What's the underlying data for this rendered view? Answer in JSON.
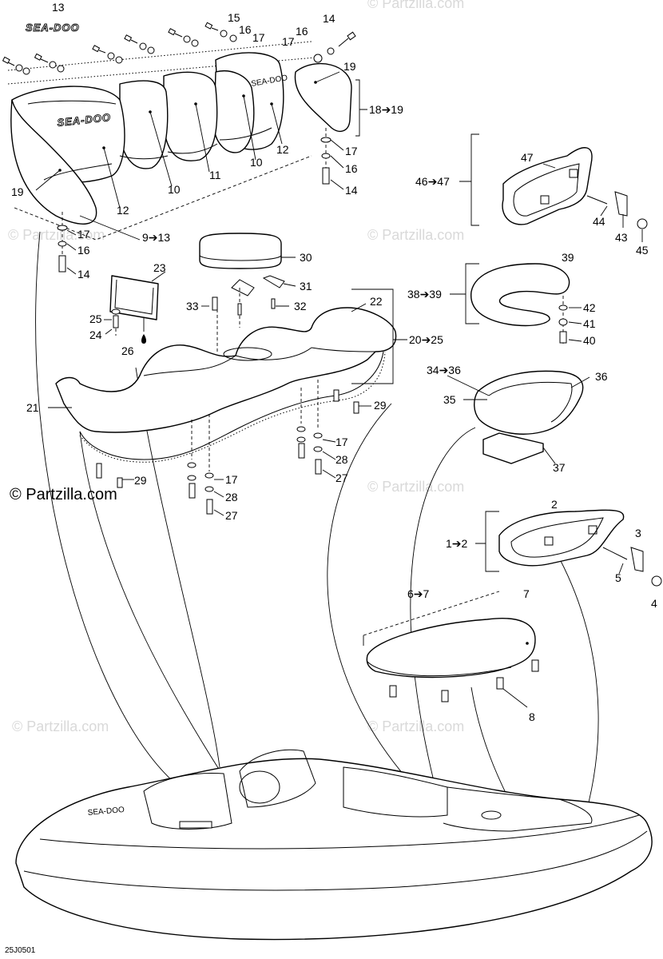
{
  "watermark": "© Partzilla.com",
  "copyright": "© Partzilla.com",
  "diagram_code": "25J0501",
  "brand_logo_text": "SEA-DOO",
  "callouts": {
    "c1": "1➔2",
    "c2": "2",
    "c3": "3",
    "c4": "4",
    "c5": "5",
    "c6": "6➔7",
    "c7": "7",
    "c8": "8",
    "c9": "9➔13",
    "c10a": "10",
    "c10b": "10",
    "c11": "11",
    "c12a": "12",
    "c12b": "12",
    "c13": "13",
    "c14a": "14",
    "c14b": "14",
    "c14c": "14",
    "c15": "15",
    "c16a": "16",
    "c16b": "16",
    "c16c": "16",
    "c16d": "16",
    "c17a": "17",
    "c17b": "17",
    "c17c": "17",
    "c17d": "17",
    "c17e": "17",
    "c17f": "17",
    "c18": "18➔19",
    "c19a": "19",
    "c19b": "19",
    "c20": "20➔25",
    "c21": "21",
    "c22": "22",
    "c23": "23",
    "c24": "24",
    "c25": "25",
    "c26": "26",
    "c27a": "27",
    "c27b": "27",
    "c28a": "28",
    "c28b": "28",
    "c29a": "29",
    "c29b": "29",
    "c30": "30",
    "c31": "31",
    "c32": "32",
    "c33": "33",
    "c34": "34➔36",
    "c35": "35",
    "c36": "36",
    "c37": "37",
    "c38": "38➔39",
    "c39": "39",
    "c40": "40",
    "c41": "41",
    "c42": "42",
    "c43": "43",
    "c44": "44",
    "c45": "45",
    "c46": "46➔47",
    "c47": "47"
  }
}
